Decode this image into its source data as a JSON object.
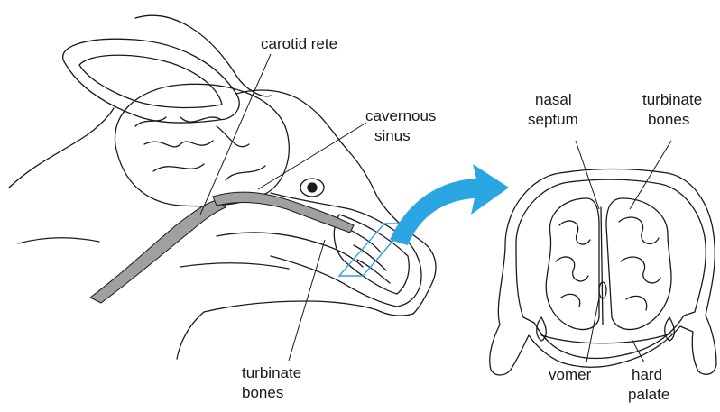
{
  "labels": {
    "carotid_rete": "carotid rete",
    "cavernous_sinus_1": "cavernous",
    "cavernous_sinus_2": "sinus",
    "turbinate_left_1": "turbinate",
    "turbinate_left_2": "bones",
    "nasal_septum_1": "nasal",
    "nasal_septum_2": "septum",
    "turbinate_right_1": "turbinate",
    "turbinate_right_2": "bones",
    "vomer": "vomer",
    "hard_palate_1": "hard",
    "hard_palate_2": "palate"
  },
  "colors": {
    "arrow": "#2aa6e2",
    "vessel": "#a0a0a0",
    "line": "#1a1a1a",
    "section_plane": "#2aa6e2"
  }
}
